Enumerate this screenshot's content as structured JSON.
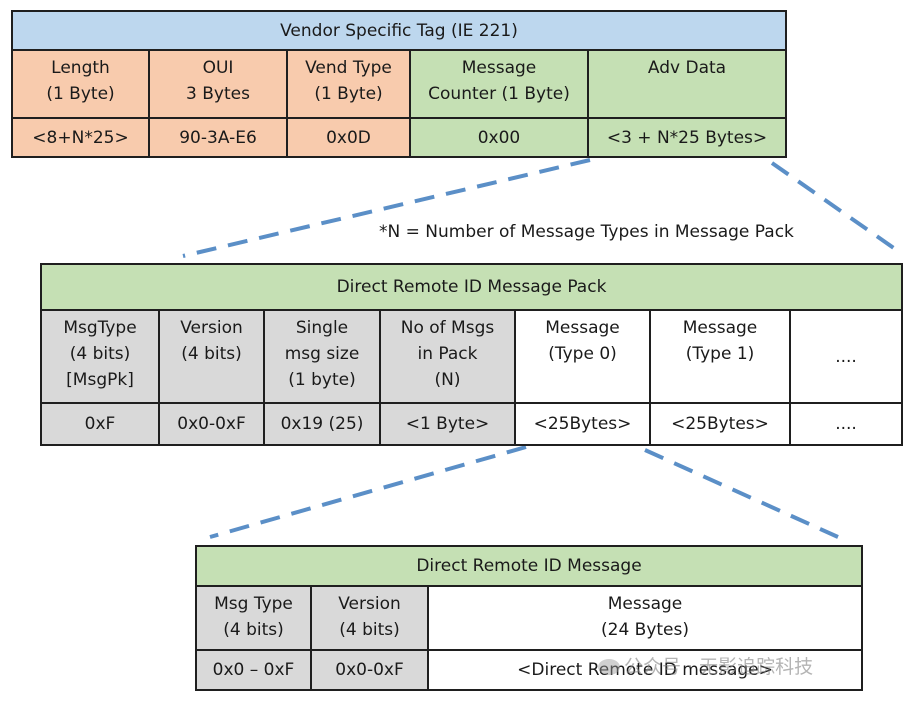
{
  "vendor_tag": {
    "title": "Vendor Specific Tag (IE 221)",
    "headers": [
      "Length\n(1 Byte)",
      "OUI\n3 Bytes",
      "Vend Type\n(1 Byte)",
      "Message\nCounter (1 Byte)",
      "Adv Data"
    ],
    "values": [
      "<8+N*25>",
      "90-3A-E6",
      "0x0D",
      "0x00",
      "<3 + N*25 Bytes>"
    ],
    "colors": [
      "#f8cbad",
      "#f8cbad",
      "#f8cbad",
      "#c5e0b4",
      "#c5e0b4"
    ]
  },
  "note": "*N = Number of Message Types in Message Pack",
  "message_pack": {
    "title": "Direct Remote ID Message Pack",
    "headers": [
      "MsgType\n(4 bits)\n[MsgPk]",
      "Version\n(4 bits)",
      "Single\nmsg size\n(1 byte)",
      "No of Msgs\nin Pack\n(N)",
      "Message\n(Type 0)",
      "Message\n(Type 1)",
      "...."
    ],
    "values": [
      "0xF",
      "0x0-0xF",
      "0x19 (25)",
      "<1 Byte>",
      "<25Bytes>",
      "<25Bytes>",
      "...."
    ]
  },
  "message": {
    "title": "Direct Remote ID Message",
    "headers": [
      "Msg Type\n(4 bits)",
      "Version\n(4 bits)",
      "Message\n(24 Bytes)"
    ],
    "values": [
      "0x0 – 0xF",
      "0x0-0xF",
      "<Direct Remote ID message>"
    ]
  },
  "watermark": "公众号 · 无影追踪科技",
  "colors": {
    "header_blue": "#bdd7ee",
    "field_salmon": "#f8cbad",
    "field_green": "#c5e0b4",
    "field_gray": "#d9d9d9",
    "connector": "#5b8fc7"
  }
}
